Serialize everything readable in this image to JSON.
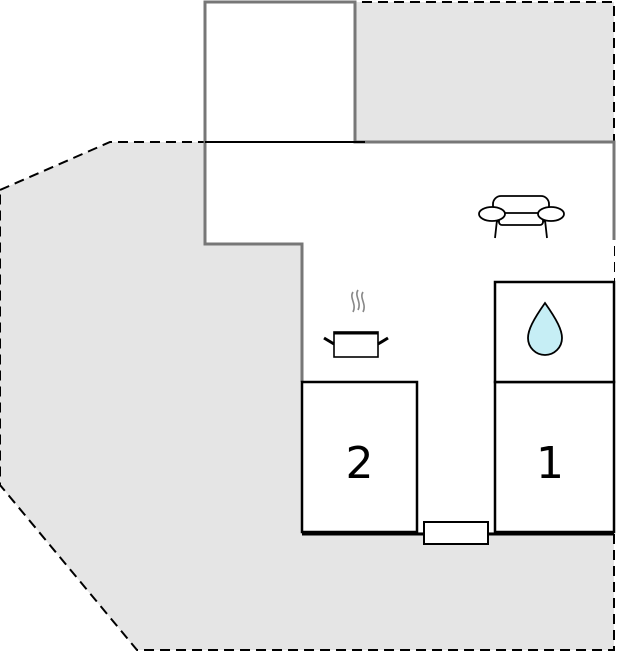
{
  "floorplan": {
    "rooms": [
      {
        "id": "bedroom-2",
        "label": "2"
      },
      {
        "id": "bedroom-1",
        "label": "1"
      }
    ],
    "icons": {
      "living": "sofa-icon",
      "kitchen": "cooking-pot-icon",
      "bathroom": "water-drop-icon"
    },
    "colors": {
      "terrace": "#e5e5e5",
      "wall": "#777777",
      "room_outline": "#000000",
      "water": "#c6eef5"
    }
  }
}
